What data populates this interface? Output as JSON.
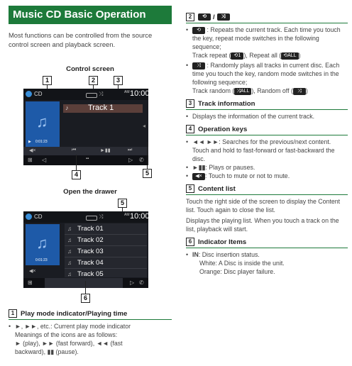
{
  "title": "Music CD Basic Operation",
  "intro": "Most functions can be controlled from the source control screen and playback screen.",
  "control_screen": {
    "heading": "Control screen",
    "source": "CD",
    "time": "10:00",
    "am": "AM",
    "track": "Track 1",
    "elapsed": "0:01:23",
    "callouts": [
      "1",
      "2",
      "3",
      "4",
      "5"
    ]
  },
  "drawer": {
    "heading": "Open the drawer",
    "source": "CD",
    "time": "10:00",
    "am": "AM",
    "elapsed": "0:01:23",
    "tracks": [
      "Track 01",
      "Track 02",
      "Track 03",
      "Track 04",
      "Track 05"
    ],
    "callouts": [
      "5",
      "6"
    ]
  },
  "sections": {
    "s1": {
      "num": "1",
      "title": "Play mode indicator/Playing time",
      "line1": "►, ►►, etc.: Current play mode indicator",
      "line2": "Meanings of the icons are as follows:",
      "line3": "► (play), ►► (fast forward), ◄◄ (fast",
      "line4": "backward), ▮▮ (pause)."
    },
    "s2": {
      "num": "2",
      "head_sep": "/",
      "repeat_text": ": Repeats the current track. Each time you touch the key, repeat mode switches in the following sequence;",
      "repeat_seq": "Track repeat (",
      "repeat_all": "), Repeat all (",
      "repeat_end": ")",
      "random_text": ": Randomly plays all tracks in current disc. Each time you touch the key, random mode switches in the following sequence;",
      "random_seq": "Track random (",
      "random_off": "), Random off (",
      "random_end": ")"
    },
    "s3": {
      "num": "3",
      "title": "Track information",
      "body": "Displays the information of the current track."
    },
    "s4": {
      "num": "4",
      "title": "Operation keys",
      "skip_keys": "◄◄ ►►",
      "skip": ": Searches for the previous/next content.",
      "skip2": "Touch and hold to fast-forward or fast-backward the disc.",
      "play_keys": "►▮▮",
      "play": ": Plays or pauses.",
      "mute": ": Touch to mute or not to mute."
    },
    "s5": {
      "num": "5",
      "title": "Content list",
      "p1": "Touch the right side of the screen to display the Content list. Touch again to close the list.",
      "p2": "Displays the playing list. When you touch a track on the list, playback will start."
    },
    "s6": {
      "num": "6",
      "title": "Indicator Items",
      "in_label": "IN",
      "in_text": ": Disc insertion status.",
      "white": "White: A Disc is inside the unit.",
      "orange": "Orange: Disc player failure."
    }
  }
}
